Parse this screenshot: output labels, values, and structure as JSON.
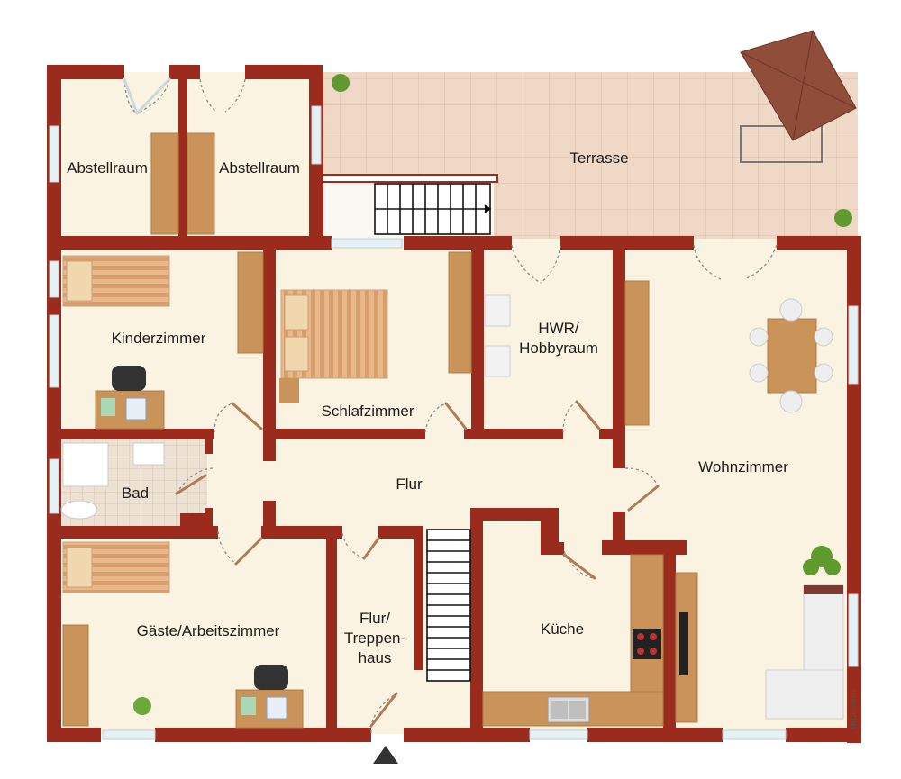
{
  "rooms": {
    "abstellraum_1": "Abstellraum",
    "abstellraum_2": "Abstellraum",
    "terrasse": "Terrasse",
    "kinderzimmer": "Kinderzimmer",
    "schlafzimmer": "Schlafzimmer",
    "hwr": "HWR/\nHobbyraum",
    "wohnzimmer": "Wohnzimmer",
    "bad": "Bad",
    "flur": "Flur",
    "gaeste": "Gäste/Arbeitszimmer",
    "treppenhaus": "Flur/\nTreppen-\nhaus",
    "kueche": "Küche"
  },
  "watermark": "McGrundriss",
  "colors": {
    "wall": "#9b2b1c",
    "floor": "#fbf3e1",
    "terrace": "#ecd5c2",
    "wood": "#c9935a",
    "tile": "#e9dccb"
  },
  "icons": [
    "door-swing-icon",
    "stair-icon",
    "bed-icon",
    "desk-icon",
    "chair-icon",
    "plant-icon",
    "parasol-icon",
    "sofa-icon",
    "table-icon",
    "stove-icon",
    "sink-icon",
    "toilet-icon",
    "shower-icon",
    "entrance-arrow-icon"
  ]
}
